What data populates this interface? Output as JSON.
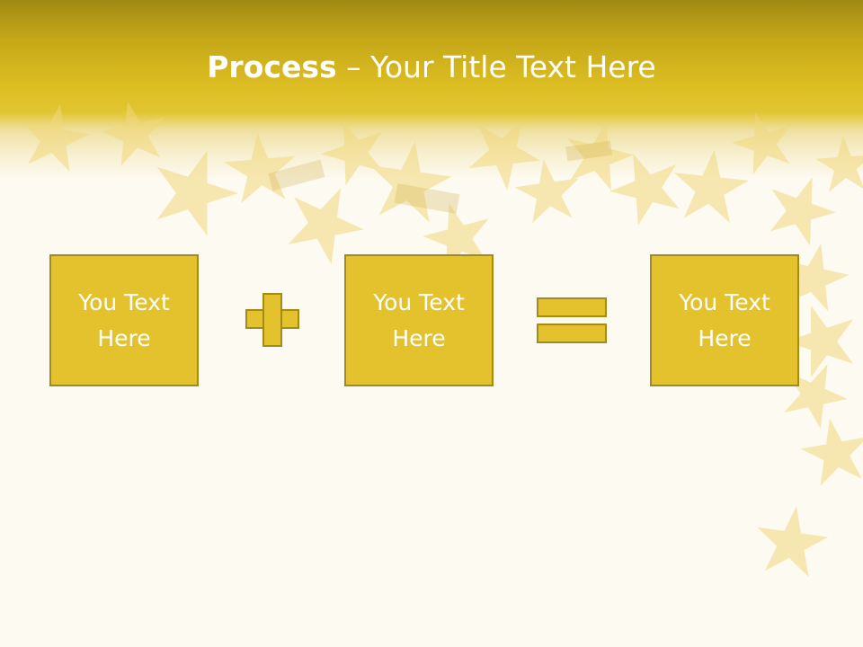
{
  "slide": {
    "title_bold": "Process",
    "title_rest": " – Your Title Text Here",
    "boxes": [
      {
        "line1": "You Text",
        "line2": "Here"
      },
      {
        "line1": "You Text",
        "line2": "Here"
      },
      {
        "line1": "You Text",
        "line2": "Here"
      }
    ],
    "operators": [
      "plus-icon",
      "equals-icon"
    ]
  },
  "colors": {
    "box_fill": "#e3c22e",
    "box_border": "#a48a16",
    "header_gold": "#c6a818",
    "background": "#fdfaf1",
    "text": "#ffffff"
  }
}
